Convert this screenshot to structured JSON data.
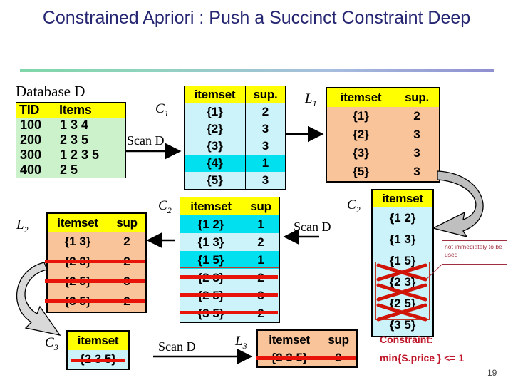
{
  "title": "Constrained Apriori : Push a Succinct Constraint Deep",
  "page_number": "19",
  "database": {
    "caption": "Database D",
    "columns": [
      "TID",
      "Items"
    ],
    "rows": [
      [
        "100",
        "1 3 4"
      ],
      [
        "200",
        "2 3 5"
      ],
      [
        "300",
        "1 2 3 5"
      ],
      [
        "400",
        "2 5"
      ]
    ]
  },
  "scan_labels": {
    "scan1": "Scan D",
    "scan2": "Scan D",
    "scan3": "Scan D"
  },
  "labels": {
    "c1": "C",
    "c1sub": "1",
    "l1": "L",
    "l1sub": "1",
    "c2": "C",
    "c2sub": "2",
    "c2r": "C",
    "c2rsub": "2",
    "l2": "L",
    "l2sub": "2",
    "c3": "C",
    "c3sub": "3",
    "l3": "L",
    "l3sub": "3"
  },
  "c1": {
    "columns": [
      "itemset",
      "sup."
    ],
    "rows": [
      {
        "itemset": "{1}",
        "sup": "2",
        "highlight": false
      },
      {
        "itemset": "{2}",
        "sup": "3",
        "highlight": false
      },
      {
        "itemset": "{3}",
        "sup": "3",
        "highlight": false
      },
      {
        "itemset": "{4}",
        "sup": "1",
        "highlight": true
      },
      {
        "itemset": "{5}",
        "sup": "3",
        "highlight": false
      }
    ]
  },
  "l1": {
    "columns": [
      "itemset",
      "sup."
    ],
    "rows": [
      {
        "itemset": "{1}",
        "sup": "2"
      },
      {
        "itemset": "{2}",
        "sup": "3"
      },
      {
        "itemset": "{3}",
        "sup": "3"
      },
      {
        "itemset": "{5}",
        "sup": "3"
      }
    ]
  },
  "c2": {
    "columns": [
      "itemset",
      "sup"
    ],
    "rows": [
      {
        "itemset": "{1 2}",
        "sup": "1",
        "highlight": true,
        "struck": false
      },
      {
        "itemset": "{1 3}",
        "sup": "2",
        "highlight": false,
        "struck": false
      },
      {
        "itemset": "{1 5}",
        "sup": "1",
        "highlight": true,
        "struck": false
      },
      {
        "itemset": "{2 3}",
        "sup": "2",
        "highlight": false,
        "struck": true
      },
      {
        "itemset": "{2 5}",
        "sup": "3",
        "highlight": false,
        "struck": true
      },
      {
        "itemset": "{3 5}",
        "sup": "2",
        "highlight": false,
        "struck": true
      }
    ]
  },
  "c2_right": {
    "columns": [
      "itemset"
    ],
    "rows": [
      {
        "itemset": "{1 2}",
        "crossed": false
      },
      {
        "itemset": "{1 3}",
        "crossed": false
      },
      {
        "itemset": "{1 5}",
        "crossed": false
      },
      {
        "itemset": "{2 3}",
        "crossed": true
      },
      {
        "itemset": "{2 5}",
        "crossed": true
      },
      {
        "itemset": "{3 5}",
        "crossed": true
      }
    ],
    "callout": "not immediately to be used"
  },
  "l2": {
    "columns": [
      "itemset",
      "sup"
    ],
    "rows": [
      {
        "itemset": "{1 3}",
        "sup": "2",
        "struck": false
      },
      {
        "itemset": "{2 3}",
        "sup": "2",
        "struck": true
      },
      {
        "itemset": "{2 5}",
        "sup": "3",
        "struck": true
      },
      {
        "itemset": "{3 5}",
        "sup": "2",
        "struck": true
      }
    ]
  },
  "c3": {
    "columns": [
      "itemset"
    ],
    "rows": [
      {
        "itemset": "{2 3 5}",
        "struck": true
      }
    ]
  },
  "l3": {
    "columns": [
      "itemset",
      "sup"
    ],
    "rows": [
      {
        "itemset": "{2 3 5}",
        "sup": "2",
        "struck": true
      }
    ]
  },
  "constraint": {
    "heading": "Constraint:",
    "expression": "min{S.price } <= 1"
  },
  "colors": {
    "title": "#262673",
    "header_yellow": "#ffff00",
    "db_green": "#ccf2cc",
    "cyan_light": "#ccf2fa",
    "cyan_bright": "#00e0ee",
    "peach": "#fac49a",
    "strike_red": "#e8140a",
    "constraint_red": "#c0172b",
    "callout_red": "#a03040"
  }
}
